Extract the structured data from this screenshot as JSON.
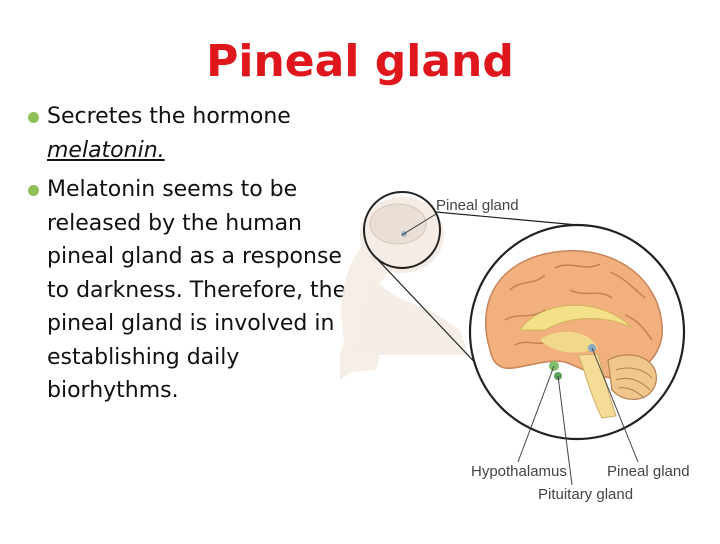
{
  "slide": {
    "title": "Pineal gland",
    "bullets": [
      {
        "prefix": "Secretes the hormone ",
        "emphasis": "melatonin.",
        "text": ""
      },
      {
        "prefix": "",
        "emphasis": "",
        "text": "Melatonin seems to be released by the human pineal gland as a response to darkness. Therefore, the pineal gland is involved in establishing daily biorhythms."
      }
    ]
  },
  "figure": {
    "labels": {
      "pineal_top": "Pineal gland",
      "hypothalamus": "Hypothalamus",
      "pineal_bottom": "Pineal gland",
      "pituitary": "Pituitary gland"
    }
  },
  "colors": {
    "title": "#e0161d",
    "bullet": "#8fbf57",
    "brain": "#f1b07d",
    "brain_outline": "#c8845a"
  }
}
